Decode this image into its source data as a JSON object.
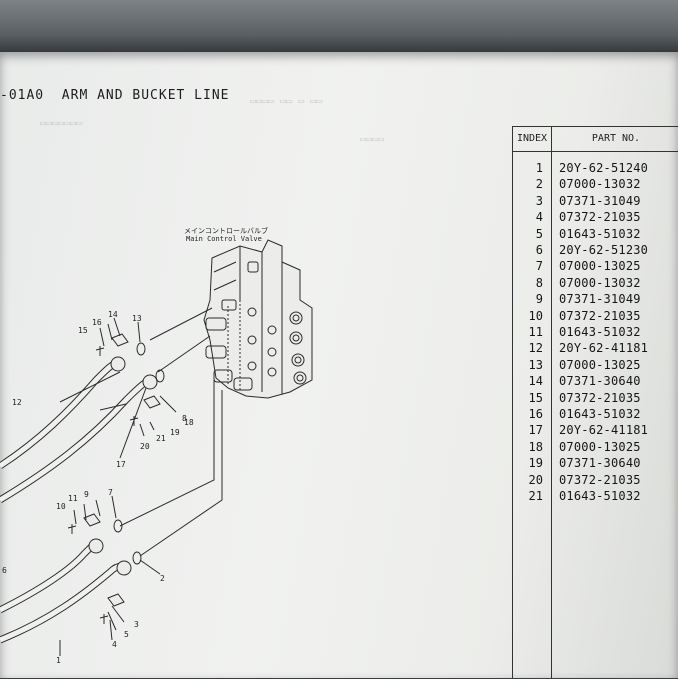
{
  "document": {
    "title": "-01A0  ARM AND BUCKET LINE",
    "valve_label_jp": "メインコントロールバルブ",
    "valve_label_en": "Main Control Valve"
  },
  "table": {
    "header_index": "INDEX",
    "header_part": "PART NO.",
    "rows": [
      {
        "index": "1",
        "part": "20Y-62-51240"
      },
      {
        "index": "2",
        "part": "07000-13032"
      },
      {
        "index": "3",
        "part": "07371-31049"
      },
      {
        "index": "4",
        "part": "07372-21035"
      },
      {
        "index": "5",
        "part": "01643-51032"
      },
      {
        "index": "6",
        "part": "20Y-62-51230"
      },
      {
        "index": "7",
        "part": "07000-13025"
      },
      {
        "index": "8",
        "part": "07000-13032"
      },
      {
        "index": "9",
        "part": "07371-31049"
      },
      {
        "index": "10",
        "part": "07372-21035"
      },
      {
        "index": "11",
        "part": "01643-51032"
      },
      {
        "index": "12",
        "part": "20Y-62-41181"
      },
      {
        "index": "13",
        "part": "07000-13025"
      },
      {
        "index": "14",
        "part": "07371-30640"
      },
      {
        "index": "15",
        "part": "07372-21035"
      },
      {
        "index": "16",
        "part": "01643-51032"
      },
      {
        "index": "17",
        "part": "20Y-62-41181"
      },
      {
        "index": "18",
        "part": "07000-13025"
      },
      {
        "index": "19",
        "part": "07371-30640"
      },
      {
        "index": "20",
        "part": "07372-21035"
      },
      {
        "index": "21",
        "part": "01643-51032"
      }
    ]
  },
  "callouts": [
    "1",
    "2",
    "3",
    "4",
    "5",
    "6",
    "7",
    "8",
    "9",
    "10",
    "11",
    "12",
    "13",
    "14",
    "15",
    "16",
    "17",
    "18",
    "19",
    "20",
    "21"
  ]
}
